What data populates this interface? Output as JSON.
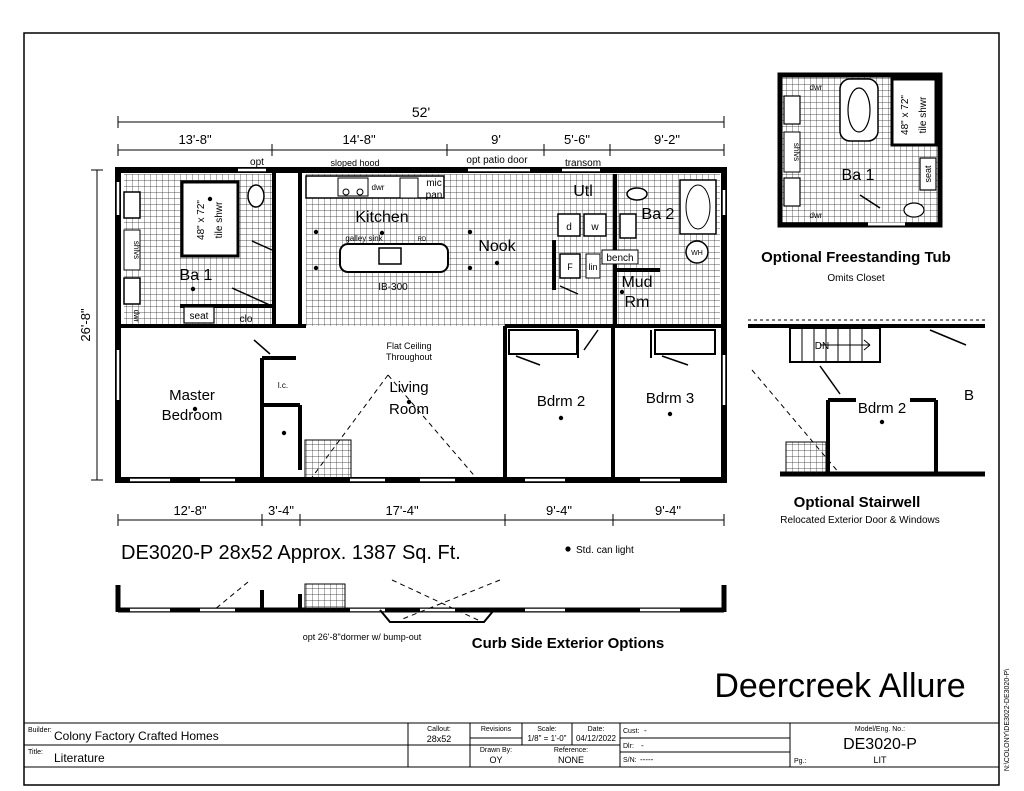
{
  "dimensions": {
    "overall_width": "52'",
    "overall_depth": "26'-8\"",
    "top": [
      "13'-8\"",
      "14'-8\"",
      "9'",
      "5'-6\"",
      "9'-2\""
    ],
    "bottom": [
      "12'-8\"",
      "3'-4\"",
      "17'-4\"",
      "9'-4\"",
      "9'-4\""
    ]
  },
  "top_notes": {
    "opt": "opt",
    "sloped_hood": "sloped hood",
    "opt_patio_door": "opt patio door",
    "transom": "transom"
  },
  "rooms": {
    "kitchen": "Kitchen",
    "mic_pan_1": "mic",
    "mic_pan_2": "pan",
    "dwr": "dwr",
    "dwr2": "dwr",
    "galley_sink": "galley sink",
    "rd": "RD",
    "island": "IB-300",
    "nook": "Nook",
    "utl": "Utl",
    "d": "d",
    "w": "w",
    "f": "F",
    "lin": "lin",
    "bench": "bench",
    "ba2": "Ba 2",
    "wh": "WH",
    "mud_1": "Mud",
    "mud_2": "Rm",
    "ba1": "Ba 1",
    "shower_1": "48\" x 72\"",
    "shower_2": "tile shwr",
    "shlvs": "shlvs",
    "seat": "seat",
    "clo": "clo",
    "master_1": "Master",
    "master_2": "Bedroom",
    "lc": "l.c.",
    "living_1": "Living",
    "living_2": "Room",
    "flat_1": "Flat Ceiling",
    "flat_2": "Throughout",
    "bdrm2": "Bdrm 2",
    "bdrm3": "Bdrm 3"
  },
  "plan_caption": "DE3020-P 28x52  Approx. 1387 Sq. Ft.",
  "can_light_legend": "Std. can light",
  "optional_tub": {
    "title": "Optional Freestanding Tub",
    "subtitle": "Omits Closet",
    "dwr": "dwr",
    "shlvs": "shlvs",
    "ba1": "Ba 1",
    "shower_1": "48\" x 72\"",
    "shower_2": "tile shwr",
    "seat": "seat"
  },
  "optional_stairwell": {
    "title": "Optional Stairwell",
    "subtitle": "Relocated Exterior Door & Windows",
    "dn": "DN",
    "bdrm2": "Bdrm 2",
    "b": "B"
  },
  "curb_side": {
    "title": "Curb Side Exterior Options",
    "note": "opt 26'-8\"dormer w/ bump-out"
  },
  "model_name": "Deercreek Allure",
  "title_block": {
    "builder_label": "Builder:",
    "builder": "Colony Factory Crafted Homes",
    "title_label": "Title:",
    "title": "Literature",
    "callout_label": "Callout:",
    "callout": "28x52",
    "revisions_label": "Revisions",
    "drawn_by_label": "Drawn By:",
    "drawn_by": "OY",
    "scale_label": "Scale:",
    "scale": "1/8\" = 1'-0\"",
    "date_label": "Date:",
    "date": "04/12/2022",
    "reference_label": "Reference:",
    "reference": "NONE",
    "cust_label": "Cust:",
    "cust": "-",
    "dlr_label": "Dlr:",
    "dlr": "-",
    "sn_label": "S/N:",
    "sn": "-----",
    "model_label": "Model/Eng. No.:",
    "model": "DE3020-P",
    "pg_label": "Pg.:",
    "lit": "LIT"
  },
  "side_code": "N:\\COLONY\\DE3022-DE3020-P\\"
}
